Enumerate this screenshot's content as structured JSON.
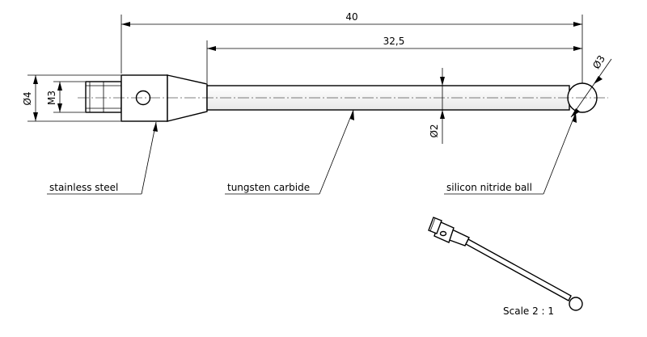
{
  "dimensions": {
    "overall_length": "40",
    "stylus_length": "32,5",
    "thread_diameter": "Ø4",
    "thread": "M3",
    "stem_diameter": "Ø2",
    "ball_diameter": "Ø3"
  },
  "callouts": {
    "body": "stainless steel",
    "stem": "tungsten carbide",
    "ball": "silicon nitride ball"
  },
  "scale_note": "Scale 2 : 1"
}
